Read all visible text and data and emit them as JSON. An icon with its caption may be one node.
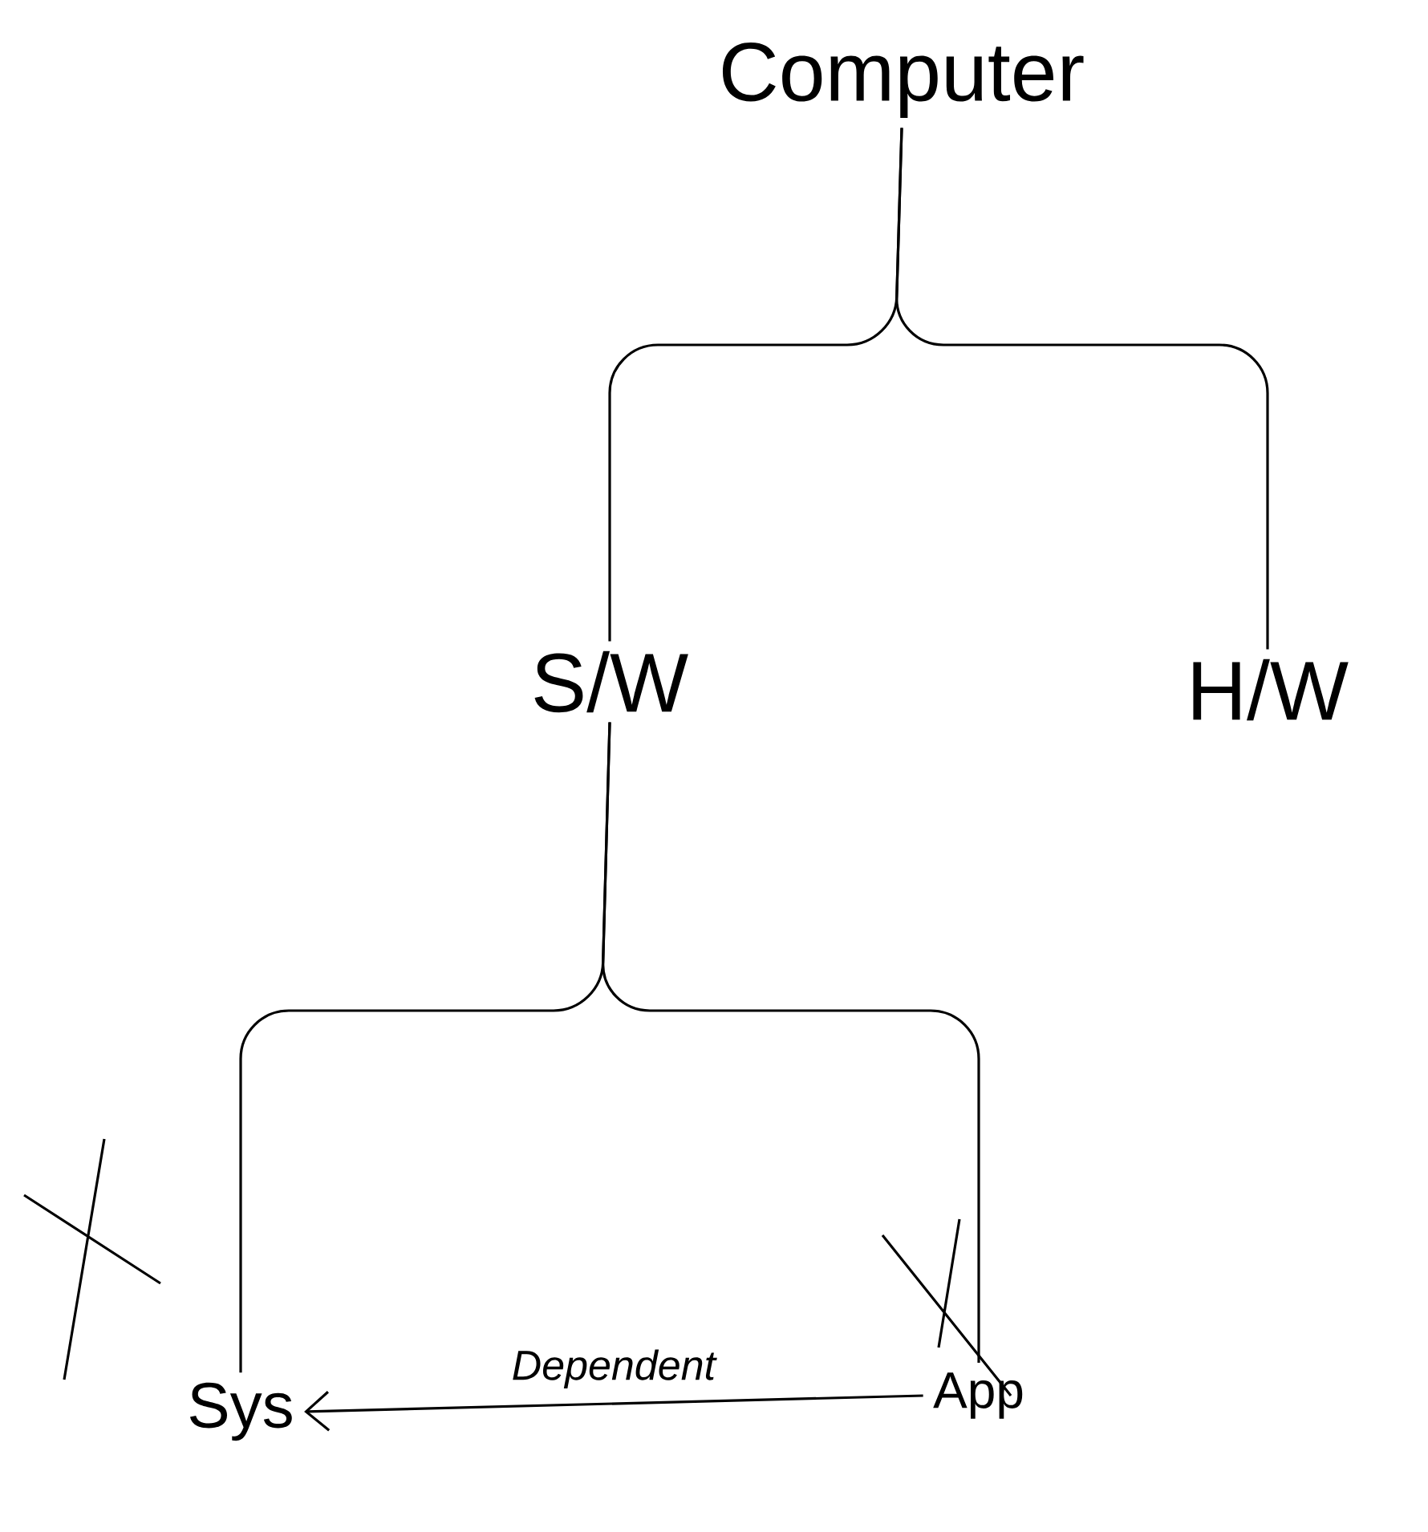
{
  "diagram": {
    "nodes": [
      {
        "text": [
          "Computer"
        ]
      },
      {
        "text": [
          "S/W"
        ]
      },
      {
        "text": [
          "H/W"
        ]
      },
      {
        "text": [
          "Sys"
        ]
      },
      {
        "text": [
          "App"
        ]
      }
    ],
    "edges": [
      {
        "from": 0,
        "to": 1,
        "arrow": "none"
      },
      {
        "from": 0,
        "to": 2,
        "arrow": "none"
      },
      {
        "from": 1,
        "to": 3,
        "arrow": "none"
      },
      {
        "from": 1,
        "to": 4,
        "arrow": "none"
      },
      {
        "from": 4,
        "to": 3,
        "arrow": "to",
        "label": "Dependent"
      }
    ]
  }
}
